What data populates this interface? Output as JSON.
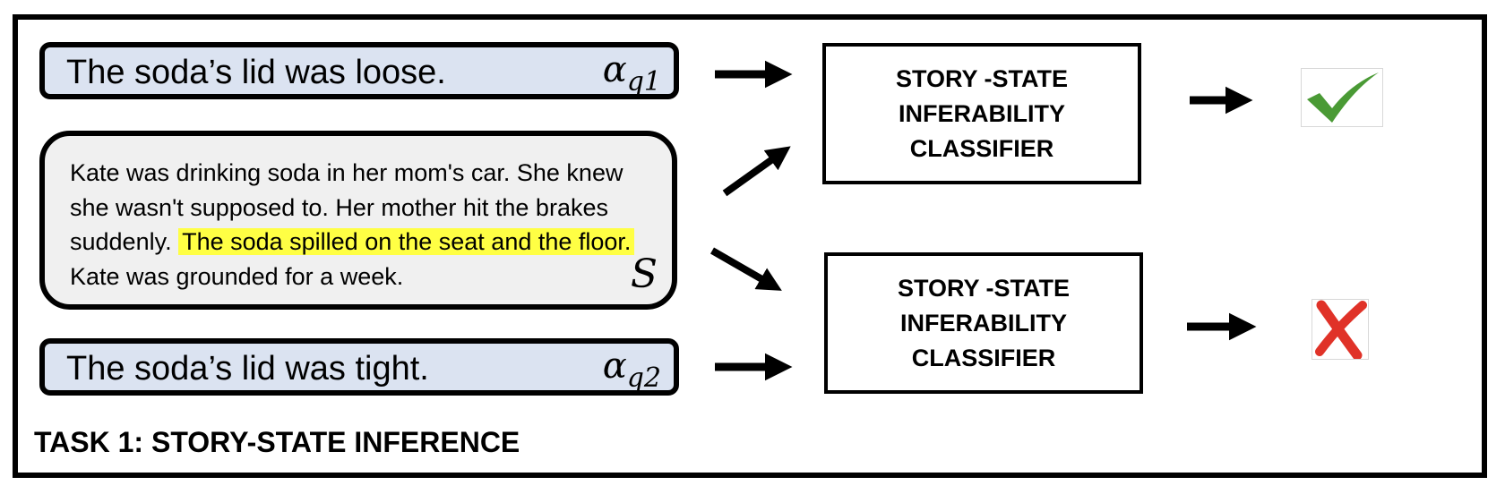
{
  "hypotheses": {
    "top": {
      "text": "The soda’s lid was loose.",
      "symbol": "α",
      "subscript": "q1"
    },
    "bottom": {
      "text": "The soda’s lid was tight.",
      "symbol": "α",
      "subscript": "q2"
    }
  },
  "story": {
    "before": "Kate was drinking soda in her mom's car. She knew she wasn't supposed to. Her mother hit the brakes suddenly. ",
    "highlight": "The soda spilled on the seat and the floor.",
    "after": " Kate was grounded for a week.",
    "symbol": "S",
    "highlight_color": "#ffff44"
  },
  "classifiers": {
    "top": {
      "label": "STORY -STATE\nINFERABILITY\nCLASSIFIER"
    },
    "bottom": {
      "label": "STORY -STATE\nINFERABILITY\nCLASSIFIER"
    }
  },
  "results": {
    "top": {
      "icon": "checkmark-icon",
      "color": "#4a9a35"
    },
    "bottom": {
      "icon": "cross-icon",
      "color": "#e03228"
    }
  },
  "task_label": "TASK 1: STORY-STATE INFERENCE",
  "colors": {
    "hypothesis_fill": "#dbe3f1",
    "story_fill": "#f0f0f0"
  }
}
